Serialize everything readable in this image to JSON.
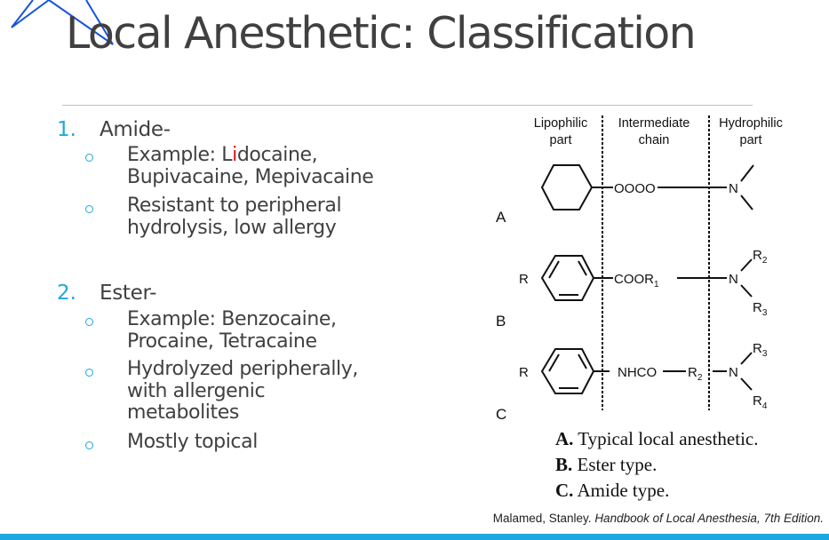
{
  "slide": {
    "title": "Local Anesthetic: Classification",
    "accent_color": "#1ea7df",
    "highlight_color": "#e0101a"
  },
  "list": [
    {
      "number": "1.",
      "heading": "Amide-",
      "items": [
        {
          "lines": [
            "Example: Lidocaine,",
            "Bupivacaine, Mepivacaine"
          ],
          "highlight": {
            "word": "Lidocaine",
            "letter_index": 1
          }
        },
        {
          "lines": [
            "Resistant to peripheral",
            "hydrolysis, low allergy"
          ]
        }
      ]
    },
    {
      "number": "2.",
      "heading": "Ester-",
      "items": [
        {
          "lines": [
            "Example: Benzocaine,",
            "Procaine, Tetracaine"
          ]
        },
        {
          "lines": [
            "Hydrolyzed peripherally,",
            "with allergenic",
            "metabolites"
          ]
        },
        {
          "lines": [
            "Mostly topical"
          ]
        }
      ]
    }
  ],
  "diagram": {
    "column_headers": [
      {
        "line1": "Lipophilic",
        "line2": "part"
      },
      {
        "line1": "Intermediate",
        "line2": "chain"
      },
      {
        "line1": "Hydrophilic",
        "line2": "part"
      }
    ],
    "rows": [
      {
        "label": "A",
        "substituent": "",
        "ring": "cyclohexane",
        "chain": "OOOO",
        "amine": "N"
      },
      {
        "label": "B",
        "substituent": "R",
        "ring": "benzene",
        "chain": "COOR",
        "chain_sub": "1",
        "amine": "N",
        "amine_groups": [
          {
            "r": "R",
            "sub": "2"
          },
          {
            "r": "R",
            "sub": "3"
          }
        ]
      },
      {
        "label": "C",
        "substituent": "R",
        "ring": "benzene",
        "chain": "NHCO",
        "chain_r": "R",
        "chain_r_sub": "2",
        "amine": "N",
        "amine_groups": [
          {
            "r": "R",
            "sub": "3"
          },
          {
            "r": "R",
            "sub": "4"
          }
        ]
      }
    ]
  },
  "caption": [
    {
      "letter": "A.",
      "text": " Typical local anesthetic."
    },
    {
      "letter": "B.",
      "text": " Ester type."
    },
    {
      "letter": "C.",
      "text": " Amide type."
    }
  ],
  "citation": {
    "author": "Malamed, Stanley. ",
    "book": "Handbook of Local Anesthesia,  7th Edition."
  }
}
